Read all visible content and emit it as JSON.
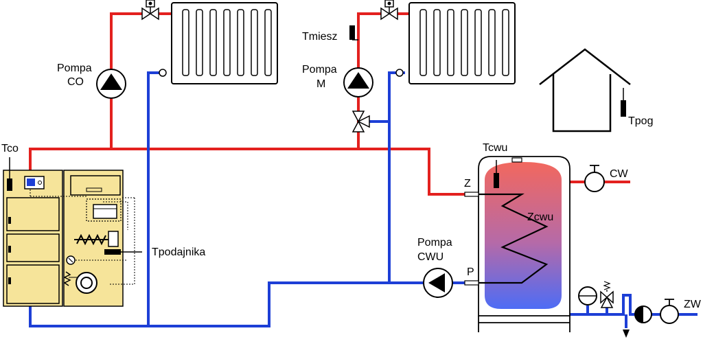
{
  "labels": {
    "tco": "Tco",
    "pompa_co_line1": "Pompa",
    "pompa_co_line2": "CO",
    "pompa_m_line1": "Pompa",
    "pompa_m_line2": "M",
    "tmiesz": "Tmiesz",
    "tpodajnika": "Tpodajnika",
    "tcwu": "Tcwu",
    "z": "Z",
    "p": "P",
    "zcwu": "Zcwu",
    "pompa_cwu_line1": "Pompa",
    "pompa_cwu_line2": "CWU",
    "cw": "CW",
    "zw": "ZW",
    "tpog": "Tpog"
  },
  "colors": {
    "supply_hot": "#e3211f",
    "return_cold": "#1d3fd6",
    "boiler_fill": "#f6e49a",
    "tank_top": "#f2685e",
    "tank_bottom": "#4d6cf5"
  },
  "icons": {
    "pump": "pump-triangle-icon",
    "valve": "radiator-valve-icon",
    "mixing_valve": "three-way-valve-icon",
    "sensor": "temperature-sensor-icon",
    "house": "house-outline-icon"
  }
}
